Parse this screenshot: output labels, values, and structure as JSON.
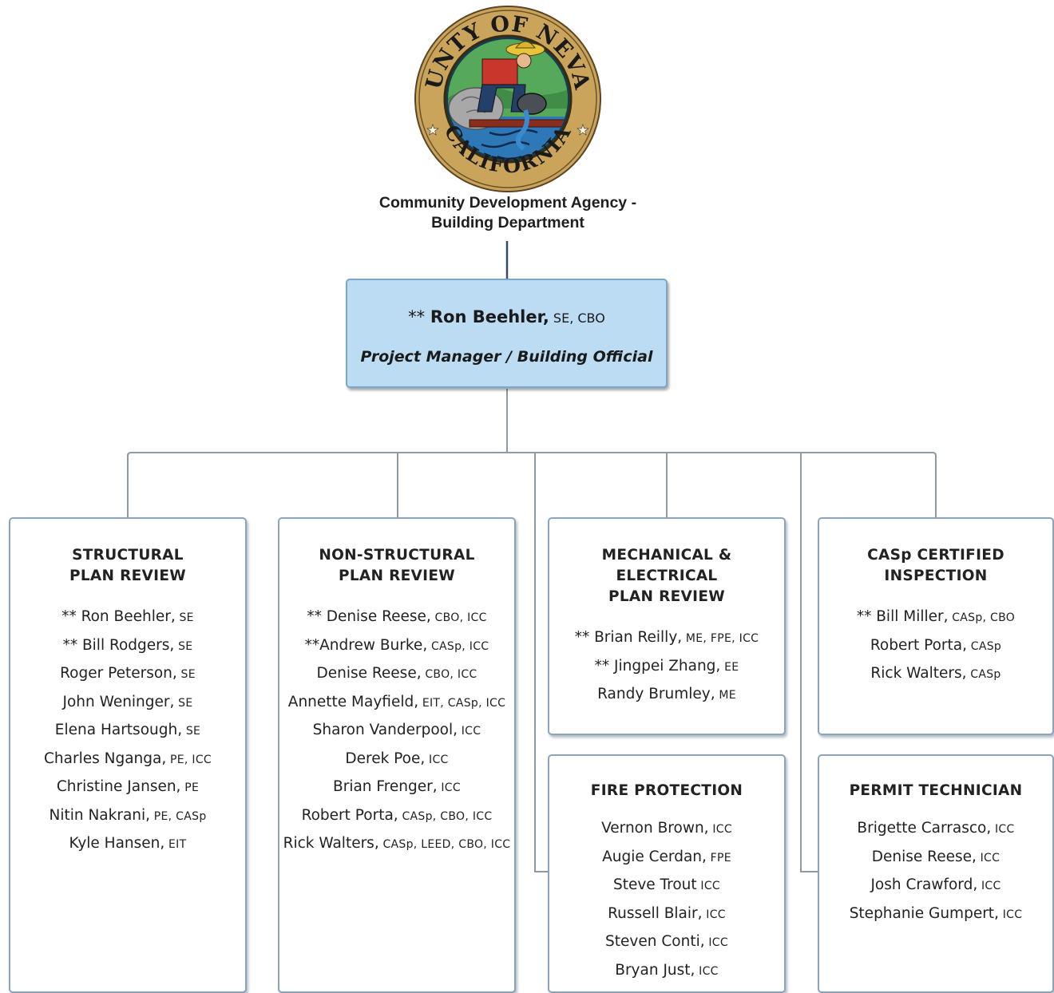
{
  "agency": {
    "line1": "Community Development Agency -",
    "line2": "Building Department"
  },
  "seal": {
    "text_top": "COUNTY OF NEVADA",
    "text_bottom": "CALIFORNIA"
  },
  "head": {
    "prefix": "** ",
    "name": "Ron Beehler,",
    "credentials": " SE, CBO",
    "title": "Project Manager / Building Official"
  },
  "departments": [
    {
      "title": "STRUCTURAL\nPLAN REVIEW",
      "members": [
        {
          "name": "** Ron Beehler,",
          "cred": " SE"
        },
        {
          "name": "** Bill Rodgers,",
          "cred": " SE"
        },
        {
          "name": "Roger Peterson,",
          "cred": " SE"
        },
        {
          "name": "John Weninger,",
          "cred": " SE"
        },
        {
          "name": "Elena Hartsough,",
          "cred": " SE"
        },
        {
          "name": "Charles Nganga,",
          "cred": " PE, ICC"
        },
        {
          "name": "Christine Jansen,",
          "cred": " PE"
        },
        {
          "name": "Nitin Nakrani,",
          "cred": " PE, CASp"
        },
        {
          "name": "Kyle Hansen,",
          "cred": " EIT"
        }
      ]
    },
    {
      "title": "NON-STRUCTURAL\nPLAN REVIEW",
      "members": [
        {
          "name": "** Denise Reese,",
          "cred": " CBO, ICC"
        },
        {
          "name": "**Andrew Burke,",
          "cred": " CASp, ICC"
        },
        {
          "name": "Denise Reese,",
          "cred": " CBO, ICC"
        },
        {
          "name": "Annette Mayfield,",
          "cred": " EIT, CASp, ICC"
        },
        {
          "name": "Sharon Vanderpool,",
          "cred": " ICC"
        },
        {
          "name": "Derek Poe,",
          "cred": " ICC"
        },
        {
          "name": "Brian Frenger,",
          "cred": " ICC"
        },
        {
          "name": "Robert Porta,",
          "cred": " CASp, CBO, ICC"
        },
        {
          "name": "Rick Walters,",
          "cred": " CASp, LEED, CBO, ICC"
        }
      ]
    },
    {
      "title": "MECHANICAL & ELECTRICAL\nPLAN REVIEW",
      "members": [
        {
          "name": "** Brian Reilly,",
          "cred": " ME, FPE, ICC"
        },
        {
          "name": "** Jingpei Zhang,",
          "cred": " EE"
        },
        {
          "name": "Randy Brumley,",
          "cred": " ME"
        }
      ]
    },
    {
      "title": "CASp CERTIFIED\nINSPECTION",
      "members": [
        {
          "name": "** Bill Miller,",
          "cred": " CASp, CBO"
        },
        {
          "name": "Robert Porta,",
          "cred": " CASp"
        },
        {
          "name": "Rick Walters,",
          "cred": " CASp"
        }
      ]
    },
    {
      "title": "FIRE PROTECTION",
      "members": [
        {
          "name": "Vernon Brown,",
          "cred": " ICC"
        },
        {
          "name": "Augie Cerdan,",
          "cred": " FPE"
        },
        {
          "name": "Steve Trout",
          "cred": " ICC"
        },
        {
          "name": "Russell Blair,",
          "cred": " ICC"
        },
        {
          "name": "Steven Conti,",
          "cred": " ICC"
        },
        {
          "name": "Bryan Just,",
          "cred": " ICC"
        }
      ]
    },
    {
      "title": "PERMIT TECHNICIAN",
      "members": [
        {
          "name": "Brigette Carrasco,",
          "cred": " ICC"
        },
        {
          "name": "Denise Reese,",
          "cred": " ICC"
        },
        {
          "name": "Josh Crawford,",
          "cred": " ICC"
        },
        {
          "name": "Stephanie Gumpert,",
          "cred": " ICC"
        }
      ]
    }
  ]
}
